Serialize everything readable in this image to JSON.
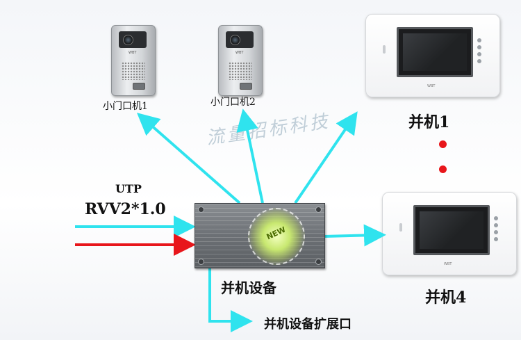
{
  "door_station_1": {
    "label": "小门口机1",
    "brand": "WBT"
  },
  "door_station_2": {
    "label": "小门口机2",
    "brand": "WBT"
  },
  "monitor_1": {
    "label": "并机1",
    "brand": "WBT"
  },
  "monitor_4": {
    "label": "并机4",
    "brand": "WBT"
  },
  "device": {
    "label": "并机设备",
    "seal_text": "NEW"
  },
  "expansion_port": {
    "label": "并机设备扩展口"
  },
  "cable": {
    "utp": "UTP",
    "rvv": "RVV2*1.0"
  },
  "watermark": "流量招标科技",
  "colors": {
    "cyan_arrow": "#2fe3ee",
    "red_arrow": "#e8161b",
    "dots": "#e8161b"
  }
}
